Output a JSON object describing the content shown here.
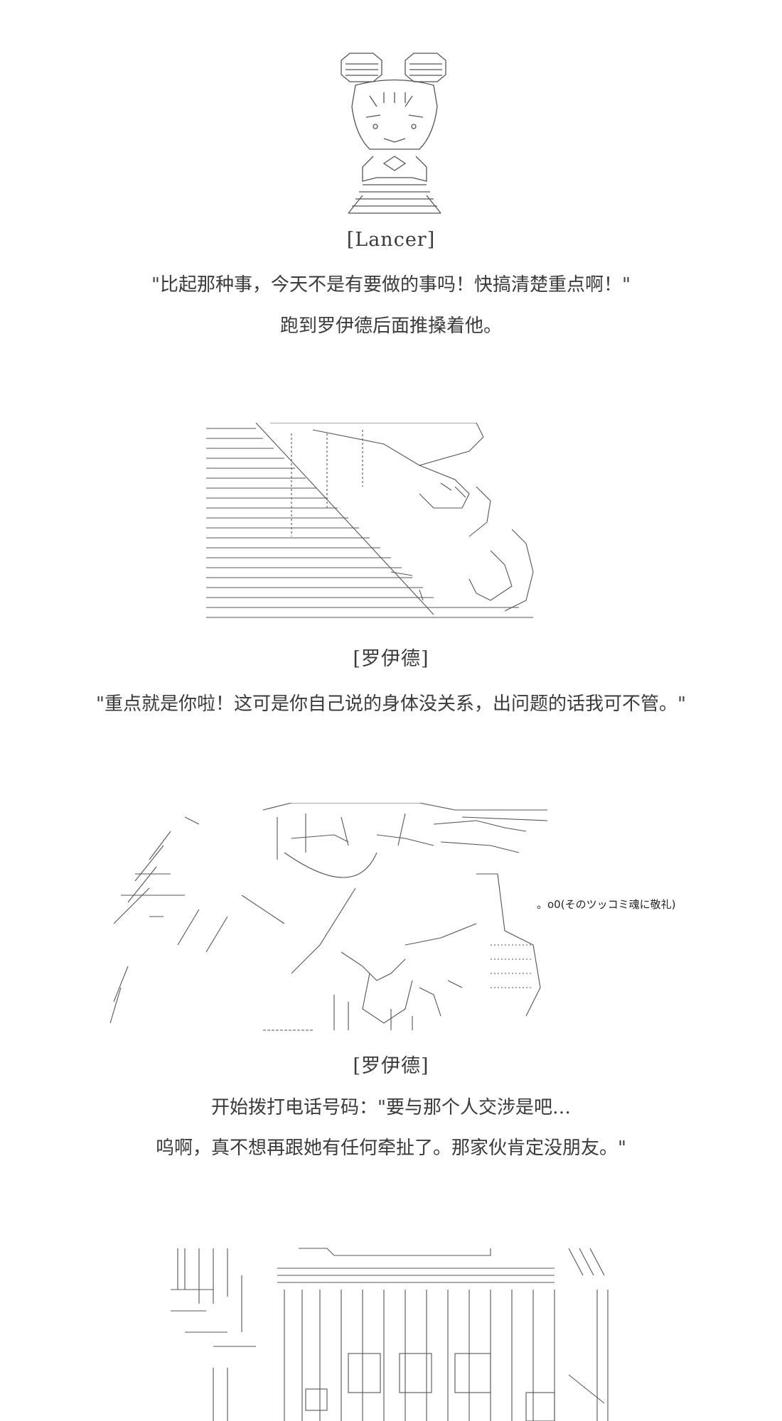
{
  "scenes": [
    {
      "speaker": "[Lancer]",
      "lines": [
        "\"比起那种事，今天不是有要做的事吗！快搞清楚重点啊！\"",
        "跑到罗伊德后面推搡着他。"
      ]
    },
    {
      "speaker": "[罗伊德]",
      "lines": [
        "\"重点就是你啦！这可是你自己说的身体没关系，出问题的话我可不管。\""
      ]
    },
    {
      "speaker": "[罗伊德]",
      "aside": "。o0(そのツッコミ魂に敬礼)",
      "lines": [
        "开始拨打电话号码：\"要与那个人交涉是吧…",
        "呜啊，真不想再跟她有任何牵扯了。那家伙肯定没朋友。\""
      ]
    }
  ],
  "colors": {
    "text": "#3a3a3a",
    "art": "#555555",
    "background": "#ffffff"
  }
}
